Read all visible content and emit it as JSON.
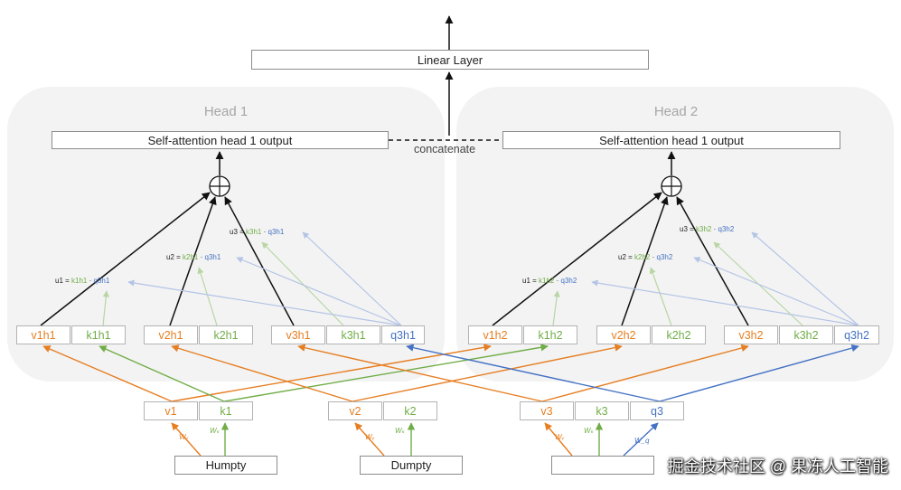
{
  "linear_layer": "Linear Layer",
  "concatenate": "concatenate",
  "heads": [
    {
      "title": "Head 1",
      "output": "Self-attention head 1 output",
      "cells": [
        "v1h1",
        "k1h1",
        "v2h1",
        "k2h1",
        "v3h1",
        "k3h1",
        "q3h1"
      ],
      "u1": {
        "prefix": "u1 =",
        "k": "k1h1",
        "q": "q3h1"
      },
      "u2": {
        "prefix": "u2 =",
        "k": "k2h1",
        "q": "q3h1"
      },
      "u3": {
        "prefix": "u3 =",
        "k": "k3h1",
        "q": "q3h1"
      }
    },
    {
      "title": "Head 2",
      "output": "Self-attention head 1 output",
      "cells": [
        "v1h2",
        "k1h2",
        "v2h2",
        "k2h2",
        "v3h2",
        "k3h2",
        "q3h2"
      ],
      "u1": {
        "prefix": "u1 =",
        "k": "k1h2",
        "q": "q3h2"
      },
      "u2": {
        "prefix": "u2 =",
        "k": "k2h2",
        "q": "q3h2"
      },
      "u3": {
        "prefix": "u3 =",
        "k": "k3h2",
        "q": "q3h2"
      }
    }
  ],
  "vectors": [
    {
      "v": "v1",
      "k": "k1"
    },
    {
      "v": "v2",
      "k": "k2"
    },
    {
      "v": "v3",
      "k": "k3",
      "q": "q3"
    }
  ],
  "words": [
    "Humpty",
    "Dumpty",
    ""
  ],
  "weights": {
    "wv": "Wᵥ",
    "wk": "Wₖ",
    "wq": "W_q"
  },
  "watermark": "掘金技术社区 @ 果冻人工智能",
  "colors": {
    "value": "#e67e22",
    "key": "#70ad47",
    "query": "#4472c4",
    "panel": "#f3f3f3"
  }
}
